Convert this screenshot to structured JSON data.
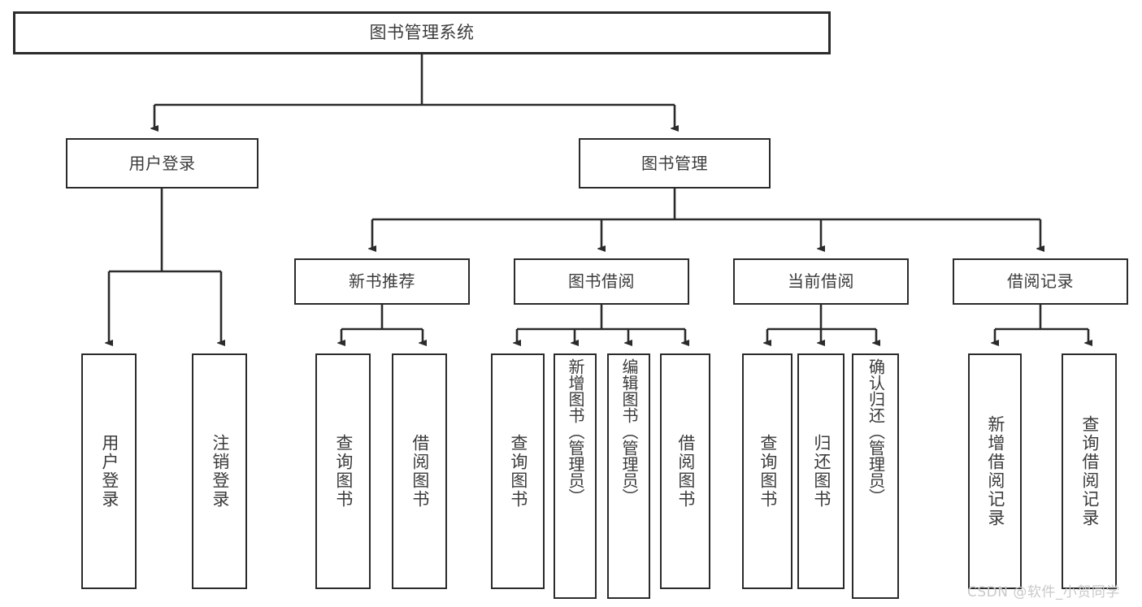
{
  "diagram": {
    "type": "hierarchy-tree",
    "title": "图书管理系统",
    "root": {
      "id": "root",
      "label": "图书管理系统"
    },
    "level2": [
      {
        "id": "user-login",
        "label": "用户登录"
      },
      {
        "id": "book-manage",
        "label": "图书管理"
      }
    ],
    "level3": [
      {
        "id": "new-book-rec",
        "label": "新书推荐",
        "parent": "book-manage"
      },
      {
        "id": "book-borrow",
        "label": "图书借阅",
        "parent": "book-manage"
      },
      {
        "id": "current-borrow",
        "label": "当前借阅",
        "parent": "book-manage"
      },
      {
        "id": "borrow-record",
        "label": "借阅记录",
        "parent": "book-manage"
      }
    ],
    "leaves": [
      {
        "id": "leaf-user-login",
        "label": "用户登录",
        "parent": "user-login"
      },
      {
        "id": "leaf-logout",
        "label": "注销登录",
        "parent": "user-login"
      },
      {
        "id": "leaf-query-book-1",
        "label": "查询图书",
        "parent": "new-book-rec"
      },
      {
        "id": "leaf-borrow-book-1",
        "label": "借阅图书",
        "parent": "new-book-rec"
      },
      {
        "id": "leaf-query-book-2",
        "label": "查询图书",
        "parent": "book-borrow"
      },
      {
        "id": "leaf-add-book",
        "label": "新增图书（管理员）",
        "parent": "book-borrow"
      },
      {
        "id": "leaf-edit-book",
        "label": "编辑图书（管理员）",
        "parent": "book-borrow"
      },
      {
        "id": "leaf-borrow-book-2",
        "label": "借阅图书",
        "parent": "book-borrow"
      },
      {
        "id": "leaf-query-book-3",
        "label": "查询图书",
        "parent": "current-borrow"
      },
      {
        "id": "leaf-return-book",
        "label": "归还图书",
        "parent": "current-borrow"
      },
      {
        "id": "leaf-confirm-return",
        "label": "确认归还（管理员）",
        "parent": "current-borrow"
      },
      {
        "id": "leaf-add-record",
        "label": "新增借阅记录",
        "parent": "borrow-record"
      },
      {
        "id": "leaf-query-record",
        "label": "查询借阅记录",
        "parent": "borrow-record"
      }
    ]
  },
  "watermark": {
    "text": "CSDN @软件_小贺同学"
  },
  "colors": {
    "stroke": "#2b2b2b",
    "text": "#3b3b3b",
    "background": "#ffffff",
    "watermark": "#c9c9c9"
  }
}
